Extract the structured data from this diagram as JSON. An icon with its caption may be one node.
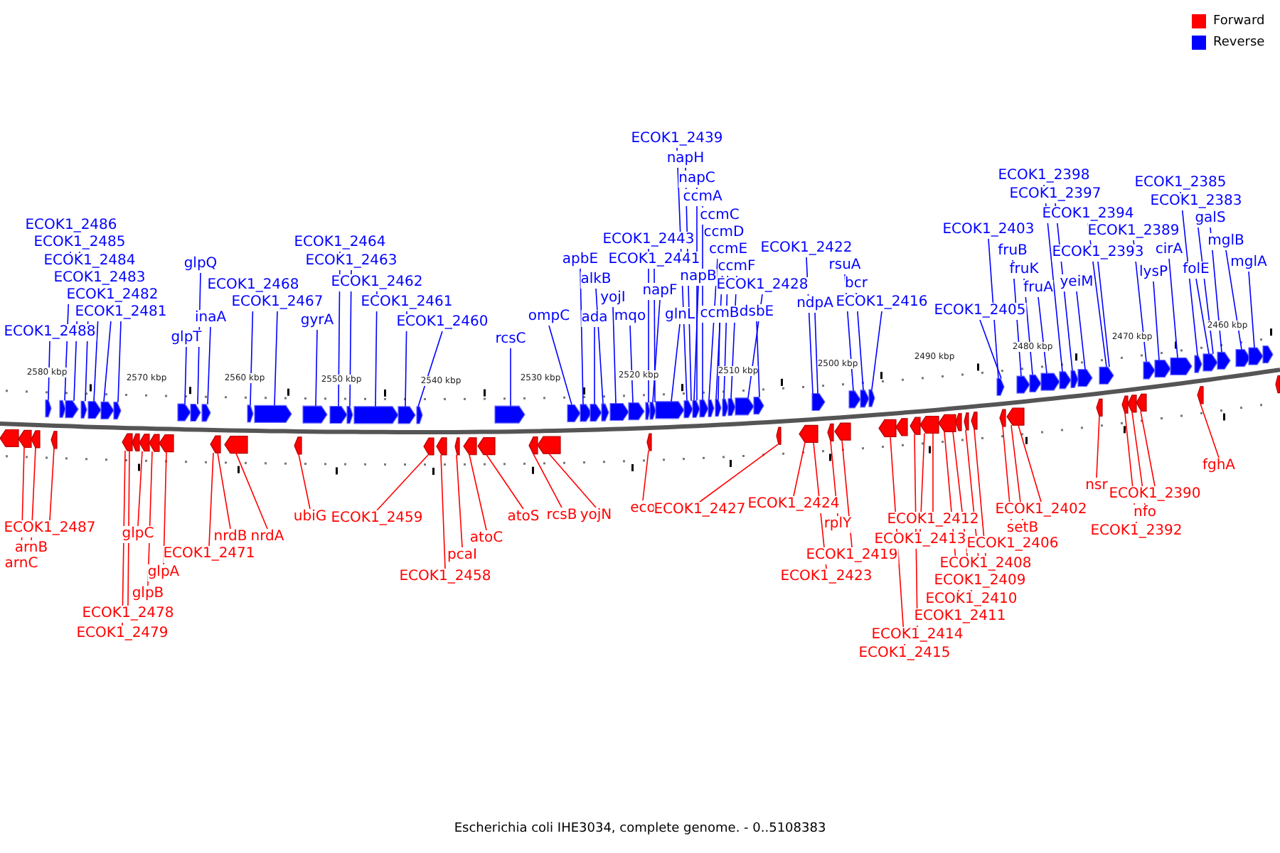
{
  "diagram": {
    "caption": "Escherichia coli IHE3034, complete genome. - 0..5108383",
    "nodes": [
      {
        "text": [
          "ECOK1_2486"
        ]
      },
      {
        "text": [
          "ECOK1_2485"
        ]
      },
      {
        "text": [
          "ECOK1_2484"
        ]
      },
      {
        "text": [
          "ECOK1_2483"
        ]
      },
      {
        "text": [
          "ECOK1_2482"
        ]
      },
      {
        "text": [
          "ECOK1_2481"
        ]
      },
      {
        "text": [
          "ECOK1_2488"
        ]
      },
      {
        "text": [
          "glpQ"
        ]
      },
      {
        "text": [
          "inaA"
        ]
      },
      {
        "text": [
          "glpT"
        ]
      },
      {
        "text": [
          "ECOK1_2468"
        ]
      },
      {
        "text": [
          "ECOK1_2467"
        ]
      },
      {
        "text": [
          "gyrA"
        ]
      },
      {
        "text": [
          "ECOK1_2464"
        ]
      },
      {
        "text": [
          "ECOK1_2463"
        ]
      },
      {
        "text": [
          "ECOK1_2462"
        ]
      },
      {
        "text": [
          "ECOK1_2461"
        ]
      },
      {
        "text": [
          "ECOK1_2460"
        ]
      },
      {
        "text": [
          "rcsC"
        ]
      },
      {
        "text": [
          "ompC"
        ]
      },
      {
        "text": [
          "apbE"
        ]
      },
      {
        "text": [
          "alkB"
        ]
      },
      {
        "text": [
          "yojI"
        ]
      },
      {
        "text": [
          "ada"
        ]
      },
      {
        "text": [
          "mqo"
        ]
      },
      {
        "text": [
          "ECOK1_2443"
        ]
      },
      {
        "text": [
          "ECOK1_2441"
        ]
      },
      {
        "text": [
          "napF"
        ]
      },
      {
        "text": [
          "glnL"
        ]
      },
      {
        "text": [
          "ECOK1_2439"
        ]
      },
      {
        "text": [
          "napH"
        ]
      },
      {
        "text": [
          "napC"
        ]
      },
      {
        "text": [
          "ccmA"
        ]
      },
      {
        "text": [
          "ccmC"
        ]
      },
      {
        "text": [
          "ccmD"
        ]
      },
      {
        "text": [
          "ccmE"
        ]
      },
      {
        "text": [
          "ccmF"
        ]
      },
      {
        "text": [
          "napB"
        ]
      },
      {
        "text": [
          "ccmB"
        ]
      },
      {
        "text": [
          "ECOK1_2428"
        ]
      },
      {
        "text": [
          "dsbE"
        ]
      },
      {
        "text": [
          "ECOK1_2422"
        ]
      },
      {
        "text": [
          "ndpA"
        ]
      },
      {
        "text": [
          "rsuA"
        ]
      },
      {
        "text": [
          "bcr"
        ]
      },
      {
        "text": [
          "ECOK1_2416"
        ]
      },
      {
        "text": [
          "ECOK1_2403"
        ]
      },
      {
        "text": [
          "ECOK1_2405"
        ]
      },
      {
        "text": [
          "fruB"
        ]
      },
      {
        "text": [
          "fruK"
        ]
      },
      {
        "text": [
          "fruA"
        ]
      },
      {
        "text": [
          "ECOK1_2398"
        ]
      },
      {
        "text": [
          "ECOK1_2397"
        ]
      },
      {
        "text": [
          "ECOK1_2394"
        ]
      },
      {
        "text": [
          "yeiM"
        ]
      },
      {
        "text": [
          "ECOK1_2393"
        ]
      },
      {
        "text": [
          "ECOK1_2389"
        ]
      },
      {
        "text": [
          "lysP"
        ]
      },
      {
        "text": [
          "cirA"
        ]
      },
      {
        "text": [
          "folE"
        ]
      },
      {
        "text": [
          "ECOK1_2385"
        ]
      },
      {
        "text": [
          "ECOK1_2383"
        ]
      },
      {
        "text": [
          "galS"
        ]
      },
      {
        "text": [
          "mglB"
        ]
      },
      {
        "text": [
          "mglA"
        ]
      },
      {
        "text": [
          "ECOK1_2487"
        ]
      },
      {
        "text": [
          "arnB"
        ]
      },
      {
        "text": [
          "arnC"
        ]
      },
      {
        "text": [
          "glpC"
        ]
      },
      {
        "text": [
          "glpA"
        ]
      },
      {
        "text": [
          "glpB"
        ]
      },
      {
        "text": [
          "ECOK1_2478"
        ]
      },
      {
        "text": [
          "ECOK1_2479"
        ]
      },
      {
        "text": [
          "nrdB"
        ]
      },
      {
        "text": [
          "nrdA"
        ]
      },
      {
        "text": [
          "ECOK1_2471"
        ]
      },
      {
        "text": [
          "ubiG"
        ]
      },
      {
        "text": [
          "ECOK1_2459"
        ]
      },
      {
        "text": [
          "pcaI"
        ]
      },
      {
        "text": [
          "atoC"
        ]
      },
      {
        "text": [
          "ECOK1_2458"
        ]
      },
      {
        "text": [
          "atoS"
        ]
      },
      {
        "text": [
          "rcsB"
        ]
      },
      {
        "text": [
          "yojN"
        ]
      },
      {
        "text": [
          "eco"
        ]
      },
      {
        "text": [
          "ECOK1_2427"
        ]
      },
      {
        "text": [
          "ECOK1_2424"
        ]
      },
      {
        "text": [
          "rplY"
        ]
      },
      {
        "text": [
          "ECOK1_2419"
        ]
      },
      {
        "text": [
          "ECOK1_2423"
        ]
      },
      {
        "text": [
          "ECOK1_2412"
        ]
      },
      {
        "text": [
          "ECOK1_2413"
        ]
      },
      {
        "text": [
          "ECOK1_2414"
        ]
      },
      {
        "text": [
          "ECOK1_2415"
        ]
      },
      {
        "text": [
          "ECOK1_2406"
        ]
      },
      {
        "text": [
          "ECOK1_2408"
        ]
      },
      {
        "text": [
          "ECOK1_2409"
        ]
      },
      {
        "text": [
          "ECOK1_2410"
        ]
      },
      {
        "text": [
          "ECOK1_2411"
        ]
      },
      {
        "text": [
          "ECOK1_2402"
        ]
      },
      {
        "text": [
          "setB"
        ]
      },
      {
        "text": [
          "nsr"
        ]
      },
      {
        "text": [
          "ECOK1_2390"
        ]
      },
      {
        "text": [
          "nfo"
        ]
      },
      {
        "text": [
          "ECOK1_2392"
        ]
      },
      {
        "text": [
          "fghA"
        ]
      },
      {
        "text": [],
        "shape": "arrow"
      },
      {
        "text": [],
        "shape": "arrow"
      },
      {
        "text": [],
        "shape": "arrow"
      },
      {
        "text": [],
        "shape": "arrow"
      },
      {
        "text": [],
        "shape": "arrow"
      },
      {
        "text": [],
        "shape": "arrow"
      },
      {
        "text": [],
        "shape": "arrow"
      },
      {
        "text": [],
        "shape": "arrow"
      },
      {
        "text": [],
        "shape": "arrow"
      },
      {
        "text": [],
        "shape": "arrow"
      },
      {
        "text": [],
        "shape": "arrow"
      },
      {
        "text": [],
        "shape": "arrow"
      },
      {
        "text": [],
        "shape": "arrow"
      },
      {
        "text": [],
        "shape": "arrow"
      },
      {
        "text": [],
        "shape": "arrow"
      },
      {
        "text": [],
        "shape": "arrow"
      },
      {
        "text": [],
        "shape": "arrow"
      },
      {
        "text": [],
        "shape": "arrow"
      },
      {
        "text": [],
        "shape": "arrow"
      },
      {
        "text": [],
        "shape": "arrow"
      },
      {
        "text": [],
        "shape": "arrow"
      },
      {
        "text": [],
        "shape": "arrow"
      },
      {
        "text": [],
        "shape": "arrow"
      },
      {
        "text": [],
        "shape": "arrow"
      },
      {
        "text": [],
        "shape": "arrow"
      },
      {
        "text": [],
        "shape": "arrow"
      },
      {
        "text": [],
        "shape": "arrow"
      },
      {
        "text": [],
        "shape": "arrow"
      },
      {
        "text": [],
        "shape": "arrow"
      },
      {
        "text": [],
        "shape": "arrow"
      },
      {
        "text": [],
        "shape": "arrow"
      },
      {
        "text": [],
        "shape": "arrow"
      },
      {
        "text": [],
        "shape": "arrow"
      },
      {
        "text": [],
        "shape": "arrow"
      },
      {
        "text": [],
        "shape": "arrow"
      },
      {
        "text": [],
        "shape": "arrow"
      },
      {
        "text": [],
        "shape": "arrow"
      },
      {
        "text": [],
        "shape": "arrow"
      },
      {
        "text": [],
        "shape": "arrow"
      },
      {
        "text": [],
        "shape": "arrow"
      },
      {
        "text": [],
        "shape": "arrow"
      },
      {
        "text": [],
        "shape": "arrow"
      },
      {
        "text": [],
        "shape": "arrow"
      },
      {
        "text": [],
        "shape": "arrow"
      },
      {
        "text": [],
        "shape": "arrow"
      },
      {
        "text": [],
        "shape": "arrow"
      },
      {
        "text": [],
        "shape": "arrow"
      },
      {
        "text": [],
        "shape": "arrow"
      },
      {
        "text": [],
        "shape": "arrow"
      },
      {
        "text": [],
        "shape": "arrow"
      },
      {
        "text": [],
        "shape": "arrow"
      },
      {
        "text": [],
        "shape": "arrow"
      },
      {
        "text": [],
        "shape": "arrow"
      },
      {
        "text": [],
        "shape": "arrow"
      },
      {
        "text": [],
        "shape": "arrow"
      },
      {
        "text": [],
        "shape": "arrow"
      },
      {
        "text": [],
        "shape": "arrow"
      },
      {
        "text": [],
        "shape": "arrow"
      },
      {
        "text": [],
        "shape": "arrow"
      },
      {
        "text": [],
        "shape": "arrow"
      },
      {
        "text": [],
        "shape": "arrow"
      },
      {
        "text": [],
        "shape": "arrow"
      },
      {
        "text": [],
        "shape": "arrow"
      },
      {
        "text": [],
        "shape": "arrow"
      },
      {
        "text": [],
        "shape": "arrow"
      },
      {
        "text": [],
        "shape": "arrow"
      },
      {
        "text": [],
        "shape": "arrow"
      },
      {
        "text": [],
        "shape": "arrow"
      },
      {
        "text": [],
        "shape": "arrow"
      },
      {
        "text": [],
        "shape": "arrow"
      },
      {
        "text": [],
        "shape": "arrow"
      },
      {
        "text": [],
        "shape": "arrow"
      },
      {
        "text": [],
        "shape": "arrow"
      },
      {
        "text": [],
        "shape": "arrow"
      },
      {
        "text": [],
        "shape": "arrow"
      },
      {
        "text": [],
        "shape": "arrow"
      },
      {
        "text": [],
        "shape": "arrow"
      },
      {
        "text": [],
        "shape": "arrow"
      },
      {
        "text": [],
        "shape": "arrow"
      },
      {
        "text": [],
        "shape": "arrow"
      },
      {
        "text": [],
        "shape": "arrow"
      },
      {
        "text": [],
        "shape": "arrow"
      },
      {
        "text": [],
        "shape": "arrow"
      },
      {
        "text": [],
        "shape": "arrow"
      },
      {
        "text": [],
        "shape": "arrow"
      },
      {
        "text": [],
        "shape": "arrow"
      },
      {
        "text": [],
        "shape": "arrow"
      },
      {
        "text": [],
        "shape": "arrow"
      },
      {
        "text": [],
        "shape": "arrow"
      },
      {
        "text": [],
        "shape": "arrow"
      },
      {
        "text": [],
        "shape": "arrow"
      },
      {
        "text": [],
        "shape": "arrow"
      },
      {
        "text": [],
        "shape": "arrow"
      },
      {
        "text": [],
        "shape": "arrow"
      },
      {
        "text": [],
        "shape": "arrow"
      },
      {
        "text": [],
        "shape": "arrow"
      },
      {
        "text": [],
        "shape": "arrow"
      },
      {
        "text": [],
        "shape": "arrow"
      }
    ],
    "edges": [
      {
        "from": 0,
        "to": 107,
        "arrow": "none"
      },
      {
        "from": 1,
        "to": 108,
        "arrow": "none"
      },
      {
        "from": 2,
        "to": 109,
        "arrow": "none"
      },
      {
        "from": 3,
        "to": 110,
        "arrow": "none"
      },
      {
        "from": 4,
        "to": 111,
        "arrow": "none"
      },
      {
        "from": 5,
        "to": 112,
        "arrow": "none"
      },
      {
        "from": 6,
        "to": 106,
        "arrow": "none"
      },
      {
        "from": 7,
        "to": 114,
        "arrow": "none"
      },
      {
        "from": 8,
        "to": 115,
        "arrow": "none"
      },
      {
        "from": 9,
        "to": 113,
        "arrow": "none"
      },
      {
        "from": 10,
        "to": 116,
        "arrow": "none"
      },
      {
        "from": 11,
        "to": 117,
        "arrow": "none"
      },
      {
        "from": 12,
        "to": 118,
        "arrow": "none"
      },
      {
        "from": 13,
        "to": 119,
        "arrow": "none"
      },
      {
        "from": 14,
        "to": 120,
        "arrow": "none"
      },
      {
        "from": 15,
        "to": 121,
        "arrow": "none"
      },
      {
        "from": 16,
        "to": 122,
        "arrow": "none"
      },
      {
        "from": 17,
        "to": 123,
        "arrow": "none"
      },
      {
        "from": 18,
        "to": 124,
        "arrow": "none"
      },
      {
        "from": 19,
        "to": 125,
        "arrow": "none"
      },
      {
        "from": 20,
        "to": 126,
        "arrow": "none"
      },
      {
        "from": 21,
        "to": 128,
        "arrow": "none"
      },
      {
        "from": 22,
        "to": 129,
        "arrow": "none"
      },
      {
        "from": 23,
        "to": 127,
        "arrow": "none"
      },
      {
        "from": 24,
        "to": 130,
        "arrow": "none"
      },
      {
        "from": 25,
        "to": 131,
        "arrow": "none"
      },
      {
        "from": 26,
        "to": 132,
        "arrow": "none"
      },
      {
        "from": 27,
        "to": 132,
        "arrow": "none"
      },
      {
        "from": 28,
        "to": 133,
        "arrow": "none"
      },
      {
        "from": 29,
        "to": 134,
        "arrow": "none"
      },
      {
        "from": 30,
        "to": 134,
        "arrow": "none"
      },
      {
        "from": 31,
        "to": 135,
        "arrow": "none"
      },
      {
        "from": 32,
        "to": 136,
        "arrow": "none"
      },
      {
        "from": 33,
        "to": 137,
        "arrow": "none"
      },
      {
        "from": 34,
        "to": 138,
        "arrow": "none"
      },
      {
        "from": 35,
        "to": 139,
        "arrow": "none"
      },
      {
        "from": 36,
        "to": 140,
        "arrow": "none"
      },
      {
        "from": 37,
        "to": 135,
        "arrow": "none"
      },
      {
        "from": 38,
        "to": 138,
        "arrow": "none"
      },
      {
        "from": 39,
        "to": 141,
        "arrow": "none"
      },
      {
        "from": 40,
        "to": 142,
        "arrow": "none"
      },
      {
        "from": 41,
        "to": 143,
        "arrow": "none"
      },
      {
        "from": 42,
        "to": 143,
        "arrow": "none"
      },
      {
        "from": 43,
        "to": 144,
        "arrow": "none"
      },
      {
        "from": 44,
        "to": 145,
        "arrow": "none"
      },
      {
        "from": 45,
        "to": 146,
        "arrow": "none"
      },
      {
        "from": 46,
        "to": 147,
        "arrow": "none"
      },
      {
        "from": 47,
        "to": 147,
        "arrow": "none"
      },
      {
        "from": 48,
        "to": 148,
        "arrow": "none"
      },
      {
        "from": 49,
        "to": 149,
        "arrow": "none"
      },
      {
        "from": 50,
        "to": 150,
        "arrow": "none"
      },
      {
        "from": 51,
        "to": 151,
        "arrow": "none"
      },
      {
        "from": 52,
        "to": 152,
        "arrow": "none"
      },
      {
        "from": 53,
        "to": 154,
        "arrow": "none"
      },
      {
        "from": 54,
        "to": 153,
        "arrow": "none"
      },
      {
        "from": 55,
        "to": 154,
        "arrow": "none"
      },
      {
        "from": 56,
        "to": 155,
        "arrow": "none"
      },
      {
        "from": 57,
        "to": 156,
        "arrow": "none"
      },
      {
        "from": 58,
        "to": 157,
        "arrow": "none"
      },
      {
        "from": 59,
        "to": 159,
        "arrow": "none"
      },
      {
        "from": 60,
        "to": 158,
        "arrow": "none"
      },
      {
        "from": 61,
        "to": 159,
        "arrow": "none"
      },
      {
        "from": 62,
        "to": 160,
        "arrow": "none"
      },
      {
        "from": 63,
        "to": 161,
        "arrow": "none"
      },
      {
        "from": 64,
        "to": 162,
        "arrow": "none"
      },
      {
        "from": 65,
        "to": 167,
        "arrow": "none",
        "color": "#ff0000"
      },
      {
        "from": 66,
        "to": 166,
        "arrow": "none",
        "color": "#ff0000"
      },
      {
        "from": 67,
        "to": 165,
        "arrow": "none",
        "color": "#ff0000"
      },
      {
        "from": 68,
        "to": 170,
        "arrow": "none",
        "color": "#ff0000"
      },
      {
        "from": 69,
        "to": 172,
        "arrow": "none",
        "color": "#ff0000"
      },
      {
        "from": 70,
        "to": 171,
        "arrow": "none",
        "color": "#ff0000"
      },
      {
        "from": 71,
        "to": 168,
        "arrow": "none",
        "color": "#ff0000"
      },
      {
        "from": 72,
        "to": 168,
        "arrow": "none",
        "color": "#ff0000"
      },
      {
        "from": 73,
        "to": 173,
        "arrow": "none",
        "color": "#ff0000"
      },
      {
        "from": 74,
        "to": 174,
        "arrow": "none",
        "color": "#ff0000"
      },
      {
        "from": 75,
        "to": 173,
        "arrow": "none",
        "color": "#ff0000"
      },
      {
        "from": 76,
        "to": 175,
        "arrow": "none",
        "color": "#ff0000"
      },
      {
        "from": 77,
        "to": 176,
        "arrow": "none",
        "color": "#ff0000"
      },
      {
        "from": 78,
        "to": 178,
        "arrow": "none",
        "color": "#ff0000"
      },
      {
        "from": 79,
        "to": 179,
        "arrow": "none",
        "color": "#ff0000"
      },
      {
        "from": 80,
        "to": 177,
        "arrow": "none",
        "color": "#ff0000"
      },
      {
        "from": 81,
        "to": 180,
        "arrow": "none",
        "color": "#ff0000"
      },
      {
        "from": 82,
        "to": 181,
        "arrow": "none",
        "color": "#ff0000"
      },
      {
        "from": 83,
        "to": 182,
        "arrow": "none",
        "color": "#ff0000"
      },
      {
        "from": 84,
        "to": 183,
        "arrow": "none",
        "color": "#ff0000"
      },
      {
        "from": 85,
        "to": 184,
        "arrow": "none",
        "color": "#ff0000"
      },
      {
        "from": 86,
        "to": 185,
        "arrow": "none",
        "color": "#ff0000"
      },
      {
        "from": 87,
        "to": 186,
        "arrow": "none",
        "color": "#ff0000"
      },
      {
        "from": 88,
        "to": 187,
        "arrow": "none",
        "color": "#ff0000"
      },
      {
        "from": 89,
        "to": 185,
        "arrow": "none",
        "color": "#ff0000"
      },
      {
        "from": 90,
        "to": 191,
        "arrow": "none",
        "color": "#ff0000"
      },
      {
        "from": 91,
        "to": 191,
        "arrow": "none",
        "color": "#ff0000"
      },
      {
        "from": 92,
        "to": 190,
        "arrow": "none",
        "color": "#ff0000"
      },
      {
        "from": 93,
        "to": 188,
        "arrow": "none",
        "color": "#ff0000"
      },
      {
        "from": 94,
        "to": 196,
        "arrow": "none",
        "color": "#ff0000"
      },
      {
        "from": 95,
        "to": 195,
        "arrow": "none",
        "color": "#ff0000"
      },
      {
        "from": 96,
        "to": 194,
        "arrow": "none",
        "color": "#ff0000"
      },
      {
        "from": 97,
        "to": 192,
        "arrow": "none",
        "color": "#ff0000"
      },
      {
        "from": 98,
        "to": 192,
        "arrow": "none",
        "color": "#ff0000"
      },
      {
        "from": 99,
        "to": 197,
        "arrow": "none",
        "color": "#ff0000"
      },
      {
        "from": 100,
        "to": 197,
        "arrow": "none",
        "color": "#ff0000"
      },
      {
        "from": 101,
        "to": 198,
        "arrow": "none",
        "color": "#ff0000"
      },
      {
        "from": 102,
        "to": 201,
        "arrow": "none",
        "color": "#ff0000"
      },
      {
        "from": 103,
        "to": 200,
        "arrow": "none",
        "color": "#ff0000"
      },
      {
        "from": 104,
        "to": 199,
        "arrow": "none",
        "color": "#ff0000"
      },
      {
        "from": 105,
        "to": 202,
        "arrow": "none",
        "color": "#ff0000"
      }
    ],
    "labels": [
      "2580 kbp",
      "2570 kbp",
      "2560 kbp",
      "2550 kbp",
      "2540 kbp",
      "2530 kbp",
      "2520 kbp",
      "2510 kbp",
      "2500 kbp",
      "2490 kbp",
      "2480 kbp",
      "2470 kbp",
      "2460 kbp"
    ],
    "legend": [
      {
        "text": "Forward",
        "color": "#ff0000"
      },
      {
        "text": "Reverse",
        "color": "#0000ff"
      }
    ]
  }
}
